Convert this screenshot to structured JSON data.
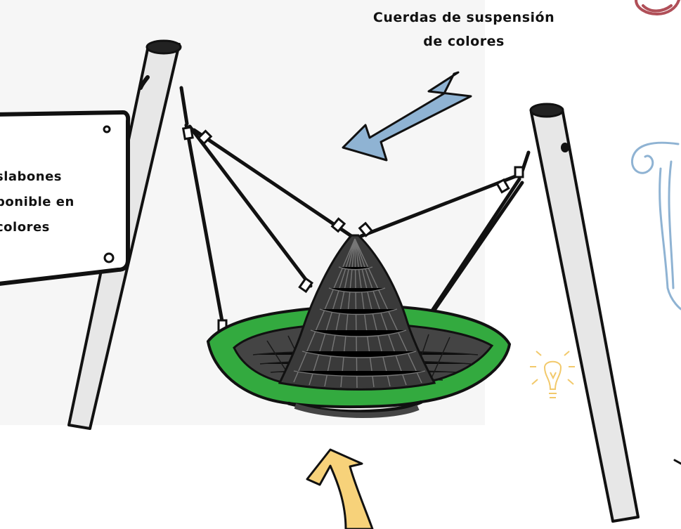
{
  "annotations": {
    "top_label": {
      "line1": "Cuerdas de suspensión",
      "line2": "de colores"
    },
    "sign_label": {
      "line1": "slabones",
      "line2": "ponible en",
      "line3": "colores"
    }
  },
  "colors": {
    "seat_rim": "#33aa3f",
    "net": "#3a3a3a",
    "posts": "#e7e7e7",
    "blue_arrow": "#8fb3d3",
    "yellow_arrow": "#f7d27a",
    "lightbulb": "#f2c96b",
    "swirl_blue": "#8fb3d3",
    "swirl_red": "#b04f58",
    "outline": "#111111"
  },
  "icons": {
    "top_arrow": "arrow-icon",
    "bottom_arrow": "arrow-icon",
    "lightbulb": "lightbulb-icon",
    "decorative_swirl": "swirl-icon"
  }
}
